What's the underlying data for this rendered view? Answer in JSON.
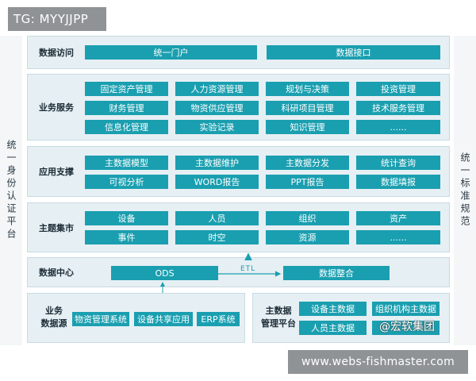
{
  "watermarks": {
    "top": "TG: MYYJJPP",
    "bottom": "www.webs-fishmaster.com",
    "brand": "@宏软集团"
  },
  "left_side": "统一身份认证平台",
  "right_side": "统一标准规范",
  "rows": {
    "data_access": {
      "label": "数据访问",
      "items": [
        "统一门户",
        "数据接口"
      ]
    },
    "business": {
      "label": "业务服务",
      "items": [
        "固定资产管理",
        "人力资源管理",
        "规划与决策",
        "投资管理",
        "财务管理",
        "物资供应管理",
        "科研项目管理",
        "技术服务管理",
        "信息化管理",
        "实验记录",
        "知识管理",
        "......"
      ]
    },
    "app_support": {
      "label": "应用支撑",
      "items": [
        "主数据模型",
        "主数据维护",
        "主数据分发",
        "统计查询",
        "可视分析",
        "WORD报告",
        "PPT报告",
        "数据填报"
      ]
    },
    "theme_market": {
      "label": "主题集市",
      "items": [
        "设备",
        "人员",
        "组织",
        "资产",
        "事件",
        "时空",
        "资源",
        "......"
      ]
    },
    "data_center": {
      "label": "数据中心",
      "items": [
        "ODS",
        "数据整合"
      ],
      "etl": "ETL"
    }
  },
  "bottom": {
    "sources": {
      "label": [
        "业务",
        "数据源"
      ],
      "items": [
        "物资管理系统",
        "设备共享应用",
        "ERP系统"
      ]
    },
    "mdm": {
      "label": [
        "主数据",
        "管理平台"
      ],
      "items": [
        "设备主数据",
        "组织机构主数据",
        "人员主数据",
        ""
      ]
    }
  },
  "colors": {
    "box": "#1a9fb0",
    "panel": "#e6eff3",
    "watermark": "#8f9396"
  }
}
